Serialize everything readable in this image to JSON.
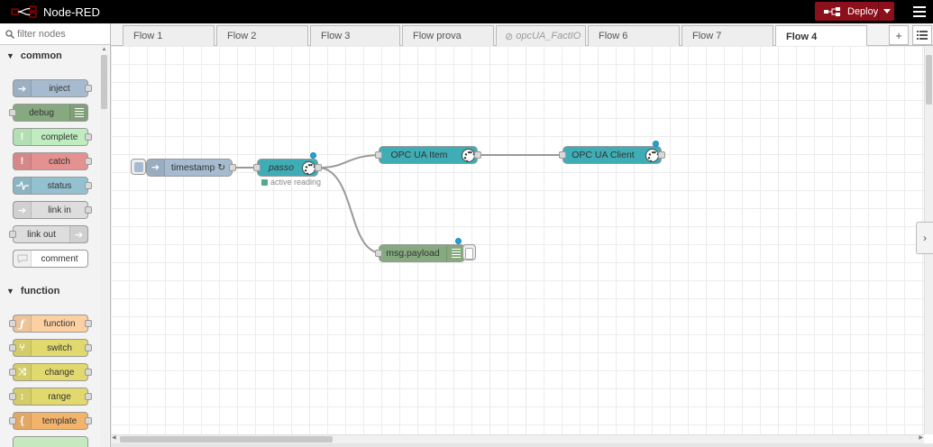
{
  "app": {
    "title": "Node-RED"
  },
  "header": {
    "deploy_label": "Deploy"
  },
  "palette": {
    "filter_placeholder": "filter nodes",
    "categories": [
      {
        "label": "common"
      },
      {
        "label": "function"
      }
    ],
    "common_nodes": [
      {
        "label": "inject",
        "color": "#a6bbcf"
      },
      {
        "label": "debug",
        "color": "#87a980"
      },
      {
        "label": "complete",
        "color": "#c0edc0"
      },
      {
        "label": "catch",
        "color": "#e49191"
      },
      {
        "label": "status",
        "color": "#94c1d0"
      },
      {
        "label": "link in",
        "color": "#dddddd"
      },
      {
        "label": "link out",
        "color": "#dddddd"
      },
      {
        "label": "comment",
        "color": "#ffffff"
      }
    ],
    "function_nodes": [
      {
        "label": "function",
        "color": "#fdd0a2"
      },
      {
        "label": "switch",
        "color": "#e2d96e"
      },
      {
        "label": "change",
        "color": "#e2d96e"
      },
      {
        "label": "range",
        "color": "#e2d96e"
      },
      {
        "label": "template",
        "color": "#f2b36b"
      }
    ]
  },
  "tabs": [
    {
      "label": "Flow 1"
    },
    {
      "label": "Flow 2"
    },
    {
      "label": "Flow 3"
    },
    {
      "label": "Flow prova"
    },
    {
      "label": "opcUA_FactIO",
      "disabled": true
    },
    {
      "label": "Flow 6"
    },
    {
      "label": "Flow 7"
    },
    {
      "label": "Flow 4",
      "active": true
    }
  ],
  "flow": {
    "nodes": {
      "timestamp": {
        "label": "timestamp ↻",
        "color": "#a6bbcf"
      },
      "passo": {
        "label": "passo",
        "color": "#3fadb5",
        "status": "active reading"
      },
      "opc_item": {
        "label": "OPC UA Item",
        "color": "#3fadb5"
      },
      "opc_client": {
        "label": "OPC UA Client",
        "color": "#3fadb5"
      },
      "debug": {
        "label": "msg.payload",
        "color": "#87a980"
      }
    },
    "status_color": "#5a8",
    "wire_color": "#999999"
  },
  "colors": {
    "header_bg": "#000000",
    "deploy": "#8c101c",
    "accent_dot": "#1fa3d8"
  }
}
